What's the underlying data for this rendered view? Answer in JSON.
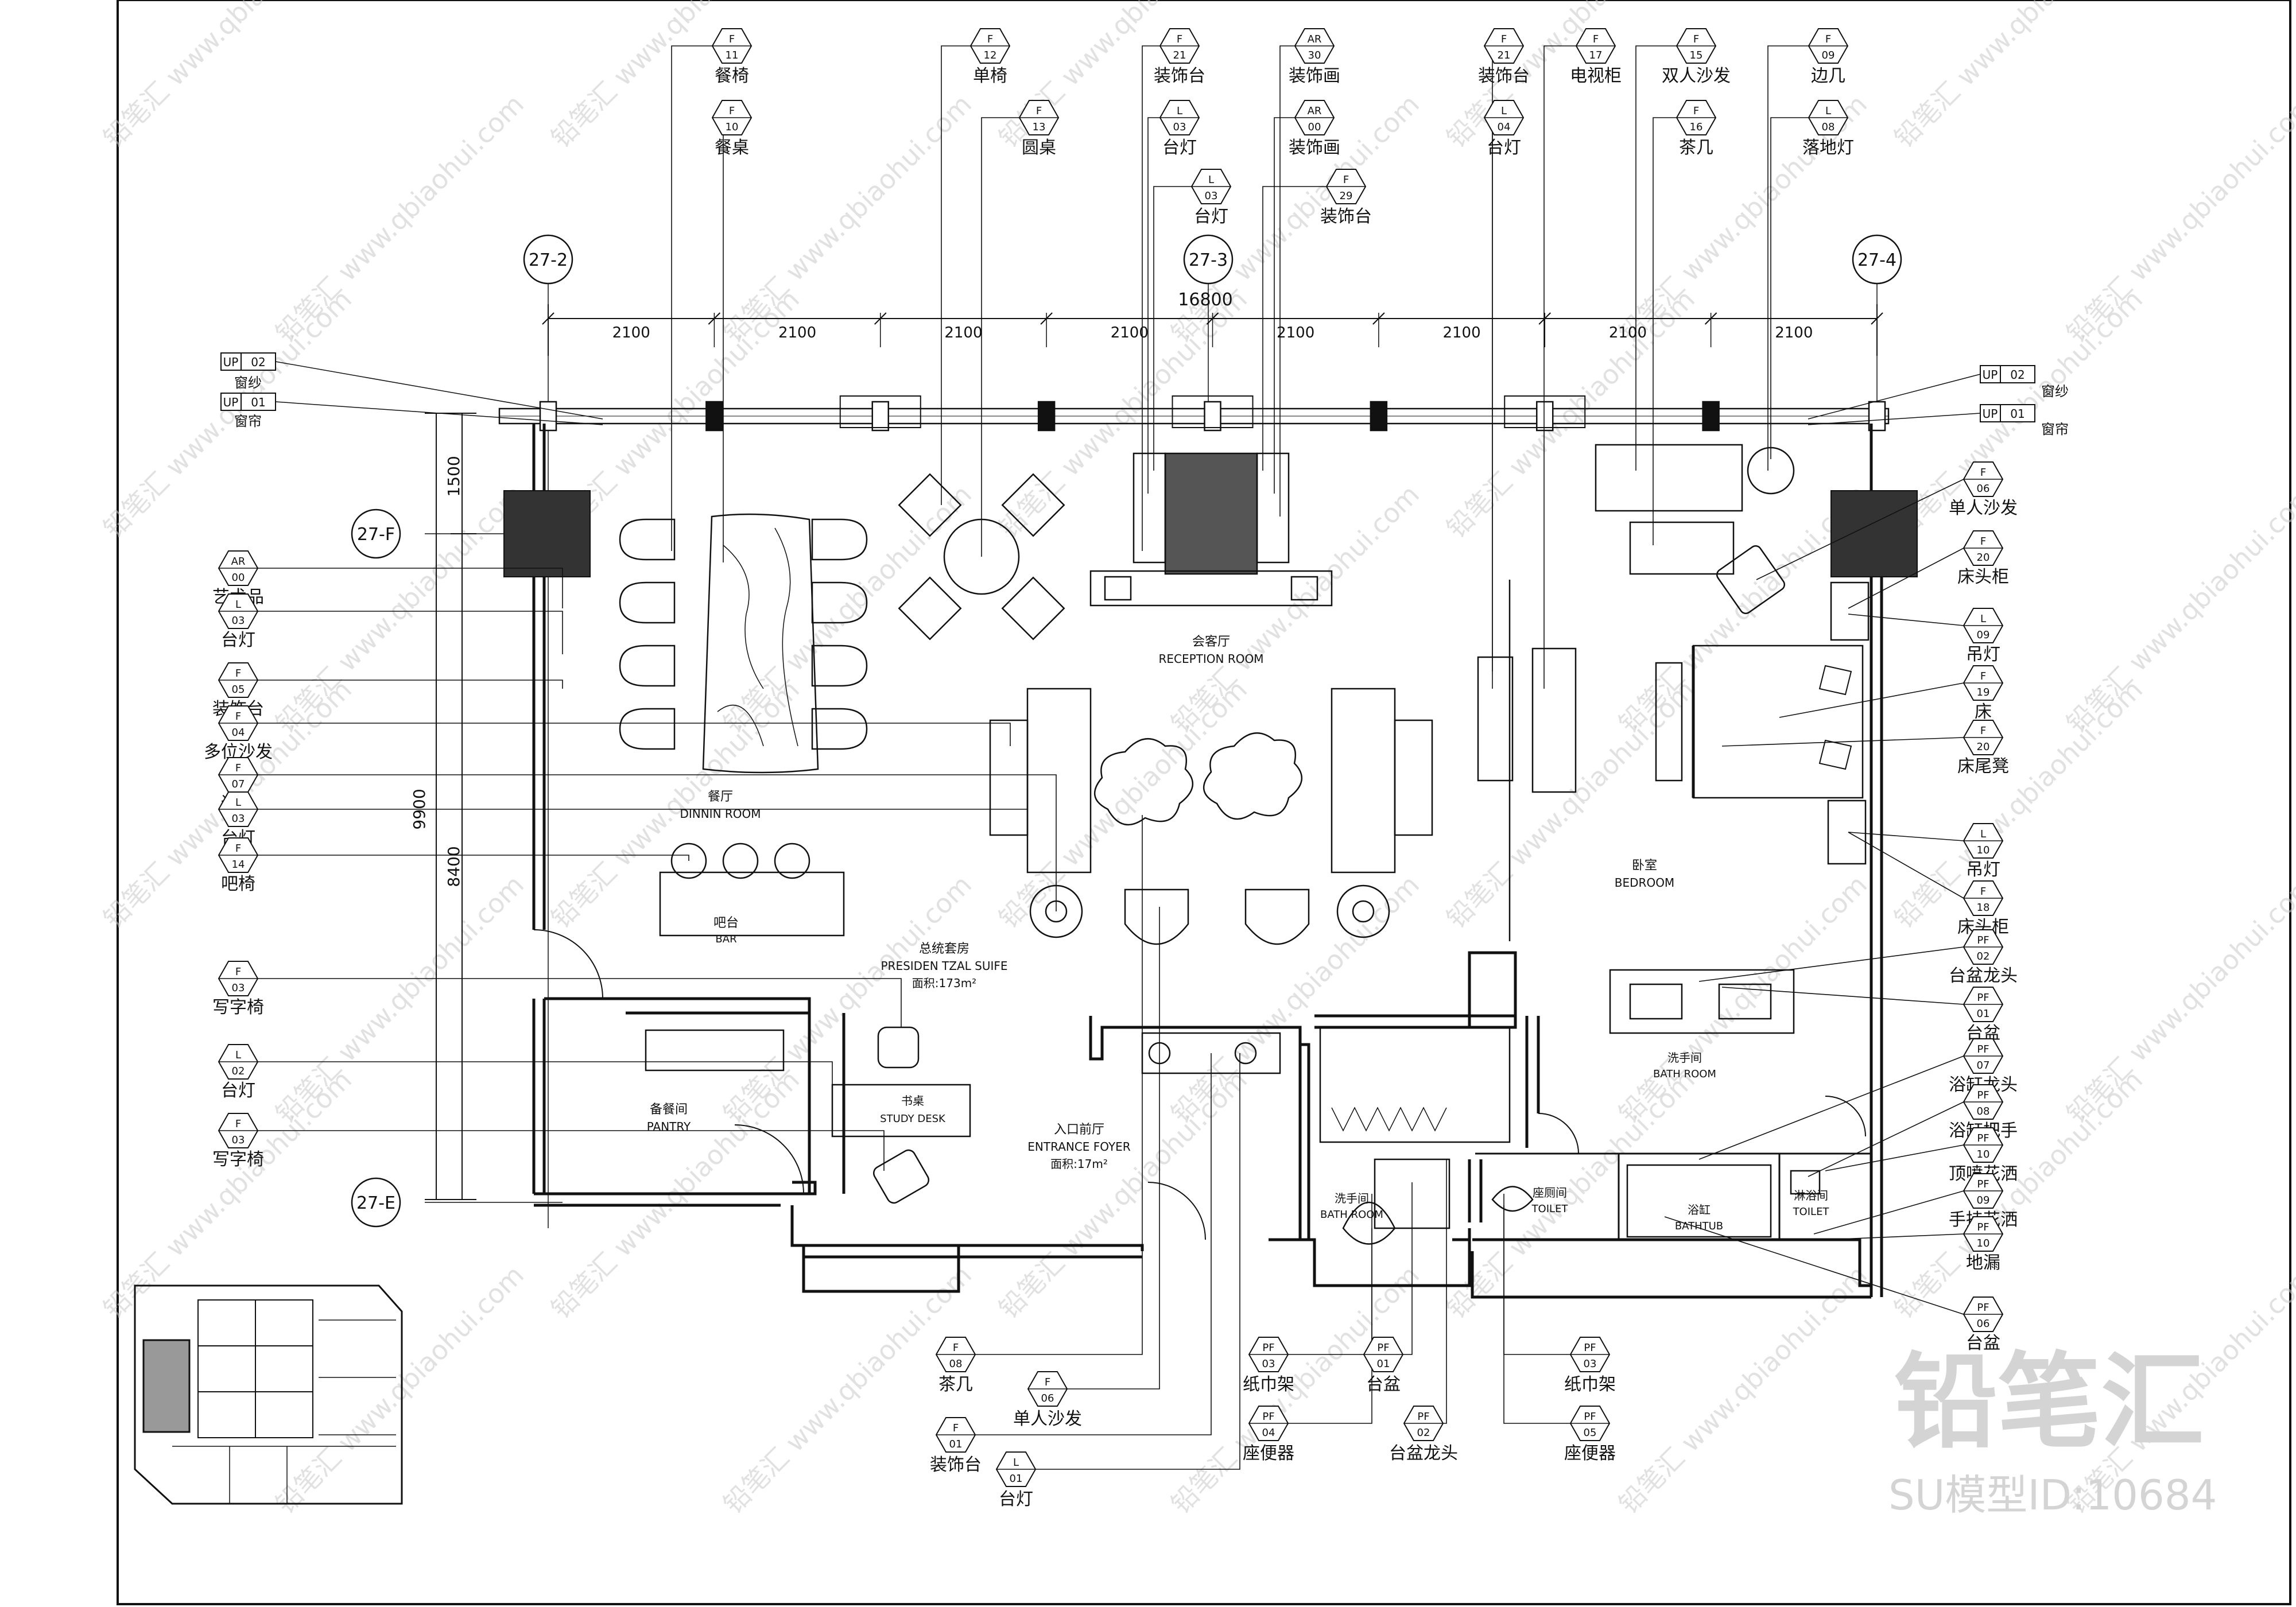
{
  "watermark": {
    "site": "www.qbiaohui.com",
    "mark": "铅笔汇"
  },
  "brand": {
    "logo": "铅笔汇",
    "model_id": "SU模型ID:10684"
  },
  "axes": {
    "left": "27-2",
    "center": "27-3",
    "right": "27-4",
    "row_top": "27-F",
    "row_bottom": "27-E"
  },
  "dimensions": {
    "total": "16800",
    "bay": "2100",
    "left_a": "1500",
    "left_b": "9900",
    "left_c": "8400"
  },
  "curtains": [
    {
      "code": "UP",
      "num": "02",
      "label": "窗纱"
    },
    {
      "code": "UP",
      "num": "01",
      "label": "窗帘"
    }
  ],
  "curtains_right": [
    {
      "code": "UP",
      "num": "02",
      "label": "窗纱"
    },
    {
      "code": "UP",
      "num": "01",
      "label": "窗帘"
    }
  ],
  "rooms": {
    "reception": {
      "cn": "会客厅",
      "en": "RECEPTION ROOM"
    },
    "dining": {
      "cn": "餐厅",
      "en": "DINNIN ROOM"
    },
    "bar": {
      "cn": "吧台",
      "en": "BAR"
    },
    "suite": {
      "cn": "总统套房",
      "en": "PRESIDEN TZAL SUIFE",
      "area": "面积:173m²"
    },
    "study": {
      "cn": "书桌",
      "en": "STUDY DESK"
    },
    "pantry": {
      "cn": "备餐间",
      "en": "PANTRY"
    },
    "foyer": {
      "cn": "入口前厅",
      "en": "ENTRANCE FOYER",
      "area": "面积:17m²"
    },
    "bath1": {
      "cn": "洗手间",
      "en": "BATH ROOM"
    },
    "toilet1": {
      "cn": "座厕间",
      "en": "TOILET"
    },
    "bathtub": {
      "cn": "浴缸",
      "en": "BATHTUB"
    },
    "toilet2": {
      "cn": "淋浴间",
      "en": "TOILET"
    },
    "bath2": {
      "cn": "洗手间",
      "en": "BATH ROOM"
    },
    "bedroom": {
      "cn": "卧室",
      "en": "BEDROOM"
    }
  },
  "tags_top": [
    {
      "code": "F",
      "num": "11",
      "label": "餐椅"
    },
    {
      "code": "F",
      "num": "10",
      "label": "餐桌"
    },
    {
      "code": "F",
      "num": "12",
      "label": "单椅"
    },
    {
      "code": "F",
      "num": "13",
      "label": "圆桌"
    },
    {
      "code": "F",
      "num": "21",
      "label": "装饰台"
    },
    {
      "code": "L",
      "num": "03",
      "label": "台灯"
    },
    {
      "code": "AR",
      "num": "30",
      "label": "装饰画"
    },
    {
      "code": "AR",
      "num": "00",
      "label": "装饰画"
    },
    {
      "code": "L",
      "num": "03",
      "label": "台灯"
    },
    {
      "code": "F",
      "num": "29",
      "label": "装饰台"
    },
    {
      "code": "F",
      "num": "21",
      "label": "装饰台"
    },
    {
      "code": "L",
      "num": "04",
      "label": "台灯"
    },
    {
      "code": "F",
      "num": "17",
      "label": "电视柜"
    },
    {
      "code": "F",
      "num": "15",
      "label": "双人沙发"
    },
    {
      "code": "F",
      "num": "16",
      "label": "茶几"
    },
    {
      "code": "F",
      "num": "09",
      "label": "边几"
    },
    {
      "code": "L",
      "num": "08",
      "label": "落地灯"
    }
  ],
  "tags_left": [
    {
      "code": "AR",
      "num": "00",
      "label": "艺术品"
    },
    {
      "code": "L",
      "num": "03",
      "label": "台灯"
    },
    {
      "code": "F",
      "num": "05",
      "label": "装饰台"
    },
    {
      "code": "F",
      "num": "04",
      "label": "多位沙发"
    },
    {
      "code": "F",
      "num": "07",
      "label": "边几"
    },
    {
      "code": "L",
      "num": "03",
      "label": "台灯"
    },
    {
      "code": "F",
      "num": "14",
      "label": "吧椅"
    },
    {
      "code": "F",
      "num": "03",
      "label": "写字椅"
    },
    {
      "code": "L",
      "num": "02",
      "label": "台灯"
    },
    {
      "code": "F",
      "num": "03",
      "label": "写字椅"
    }
  ],
  "tags_right": [
    {
      "code": "F",
      "num": "06",
      "label": "单人沙发"
    },
    {
      "code": "F",
      "num": "20",
      "label": "床头柜"
    },
    {
      "code": "L",
      "num": "09",
      "label": "吊灯"
    },
    {
      "code": "F",
      "num": "19",
      "label": "床"
    },
    {
      "code": "F",
      "num": "20",
      "label": "床尾凳"
    },
    {
      "code": "L",
      "num": "10",
      "label": "吊灯"
    },
    {
      "code": "F",
      "num": "18",
      "label": "床头柜"
    },
    {
      "code": "PF",
      "num": "02",
      "label": "台盆龙头"
    },
    {
      "code": "PF",
      "num": "01",
      "label": "台盆"
    },
    {
      "code": "PF",
      "num": "07",
      "label": "浴缸龙头"
    },
    {
      "code": "PF",
      "num": "08",
      "label": "浴缸把手"
    },
    {
      "code": "PF",
      "num": "10",
      "label": "顶喷花洒"
    },
    {
      "code": "PF",
      "num": "09",
      "label": "手持花洒"
    },
    {
      "code": "PF",
      "num": "10",
      "label": "地漏"
    },
    {
      "code": "PF",
      "num": "06",
      "label": "台盆"
    }
  ],
  "tags_bottom": [
    {
      "code": "F",
      "num": "08",
      "label": "茶几"
    },
    {
      "code": "F",
      "num": "06",
      "label": "单人沙发"
    },
    {
      "code": "F",
      "num": "01",
      "label": "装饰台"
    },
    {
      "code": "L",
      "num": "01",
      "label": "台灯"
    },
    {
      "code": "PF",
      "num": "03",
      "label": "纸巾架"
    },
    {
      "code": "PF",
      "num": "04",
      "label": "座便器"
    },
    {
      "code": "PF",
      "num": "01",
      "label": "台盆"
    },
    {
      "code": "PF",
      "num": "02",
      "label": "台盆龙头"
    },
    {
      "code": "PF",
      "num": "03",
      "label": "纸巾架"
    },
    {
      "code": "PF",
      "num": "05",
      "label": "座便器"
    }
  ]
}
